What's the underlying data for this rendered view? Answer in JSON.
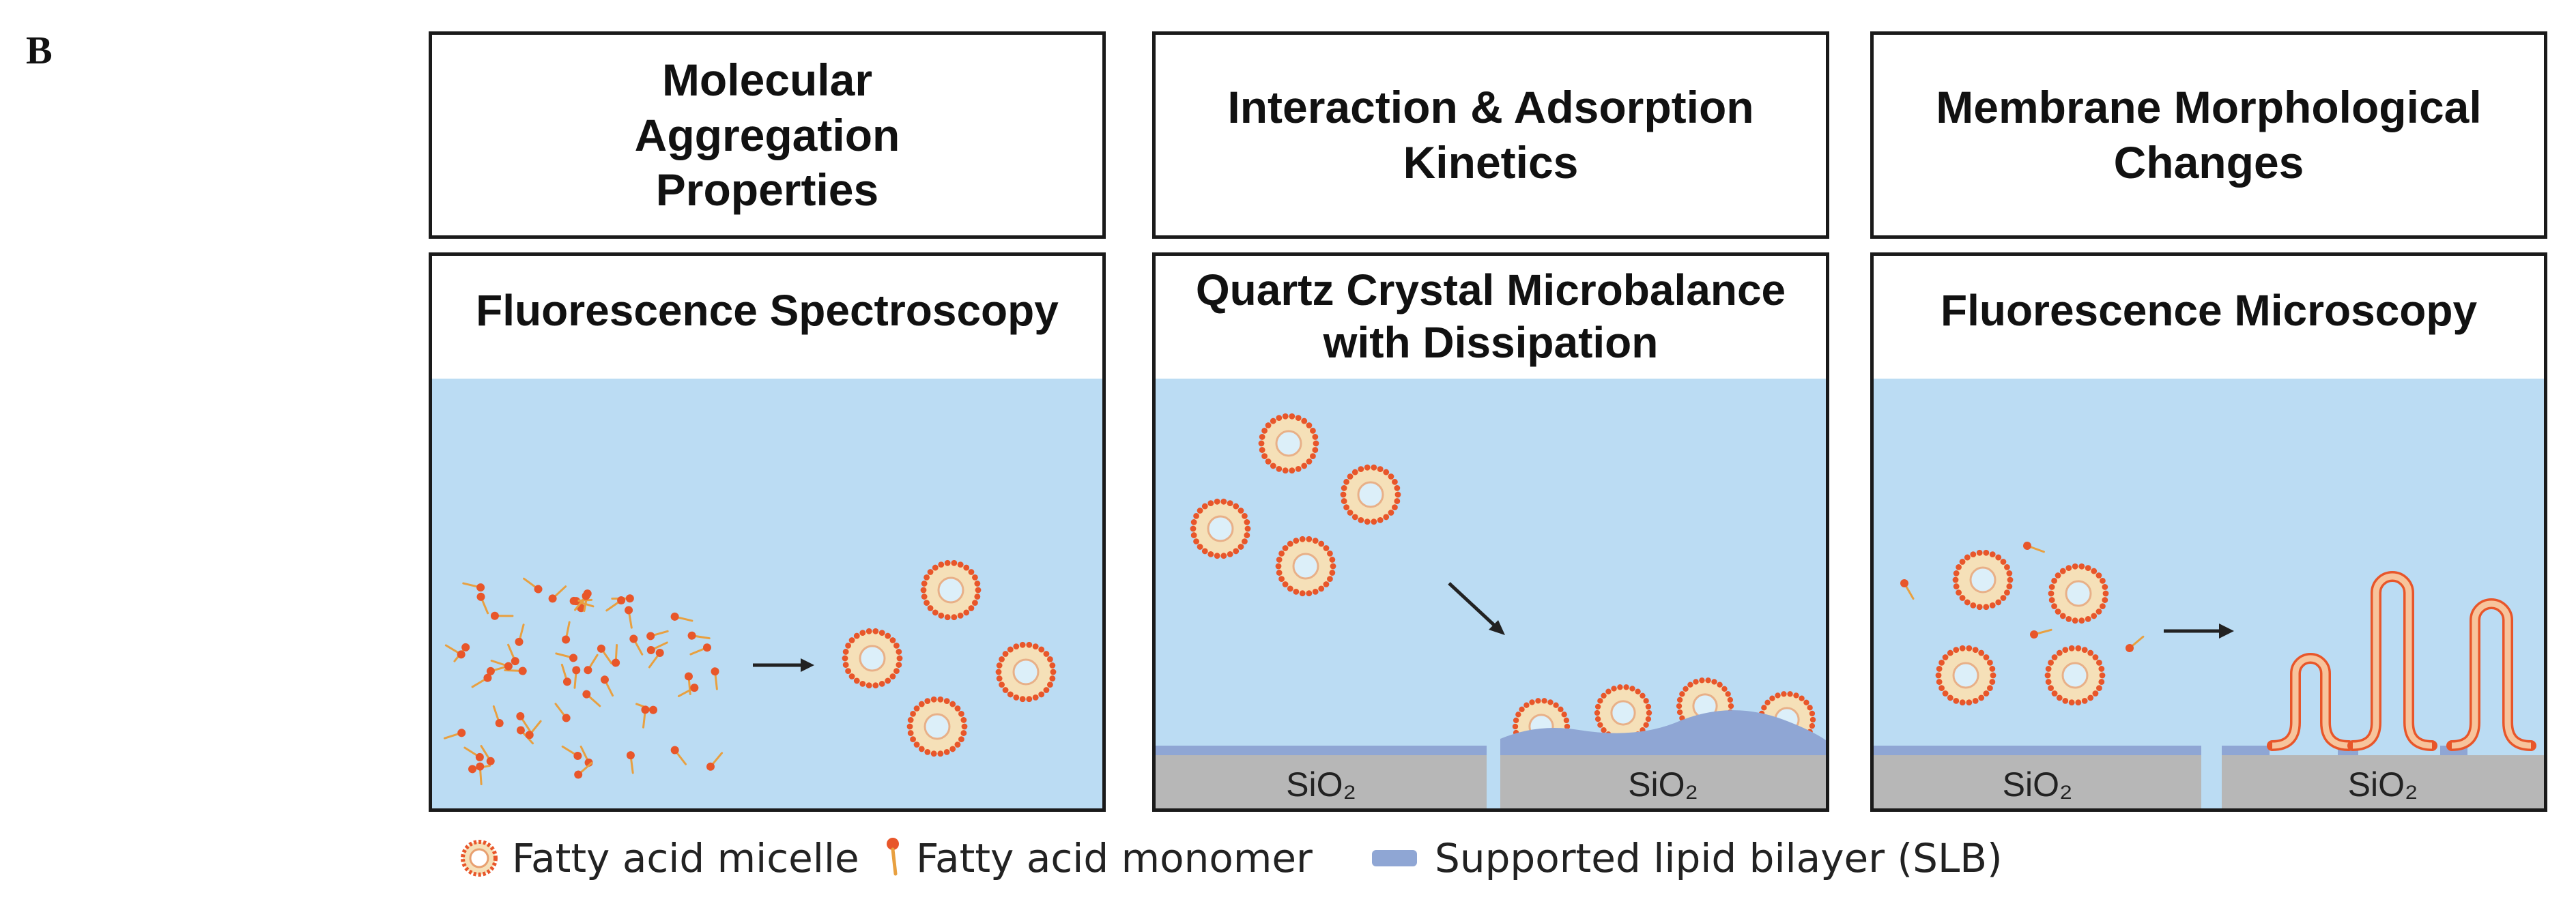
{
  "panel_label": "B",
  "columns": [
    {
      "heading": "Molecular Aggregation Properties",
      "technique": "Fluorescence Spectroscopy",
      "substrate": []
    },
    {
      "heading": "Interaction & Adsorption Kinetics",
      "technique": "Quartz Crystal Microbalance with Dissipation",
      "substrate": [
        "SiO₂",
        "SiO₂"
      ]
    },
    {
      "heading": "Membrane Morphological Changes",
      "technique": "Fluorescence Microscopy",
      "substrate": [
        "SiO₂",
        "SiO₂"
      ]
    }
  ],
  "legend": [
    {
      "label": "Fatty acid micelle",
      "icon": "micelle-icon"
    },
    {
      "label": "Fatty acid monomer",
      "icon": "monomer-icon"
    },
    {
      "label": "Supported lipid bilayer (SLB)",
      "icon": "slb-icon"
    }
  ],
  "colors": {
    "water": "#bbdcf3",
    "substrate": "#b7b7b7",
    "bilayer": "#8fa6d4",
    "lipid_head": "#e8562a",
    "micelle_core": "#f5e0b8",
    "border": "#1a1a1a"
  }
}
